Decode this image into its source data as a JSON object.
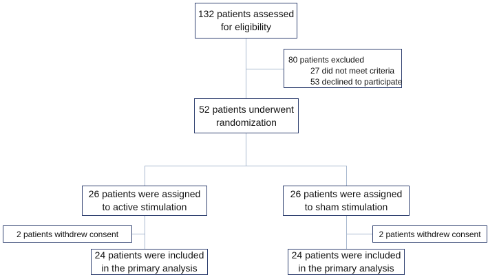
{
  "flowchart": {
    "assessed": {
      "line1": "132 patients assessed",
      "line2": "for eligibility"
    },
    "excluded": {
      "title": "80 patients excluded",
      "reason1": "27 did not meet criteria",
      "reason2": "53 declined to participate"
    },
    "randomized": {
      "line1": "52 patients underwent",
      "line2": "randomization"
    },
    "arm_active": {
      "assigned_line1": "26 patients were assigned",
      "assigned_line2": "to active stimulation",
      "withdrew": "2 patients withdrew consent",
      "analysis_line1": "24 patients were included",
      "analysis_line2": "in the primary analysis"
    },
    "arm_sham": {
      "assigned_line1": "26 patients were assigned",
      "assigned_line2": "to sham stimulation",
      "withdrew": "2 patients withdrew consent",
      "analysis_line1": "24 patients were included",
      "analysis_line2": "in the primary analysis"
    }
  },
  "colors": {
    "box_border": "#2e3f6f",
    "connector": "#a8b8cf",
    "text": "#111111"
  }
}
